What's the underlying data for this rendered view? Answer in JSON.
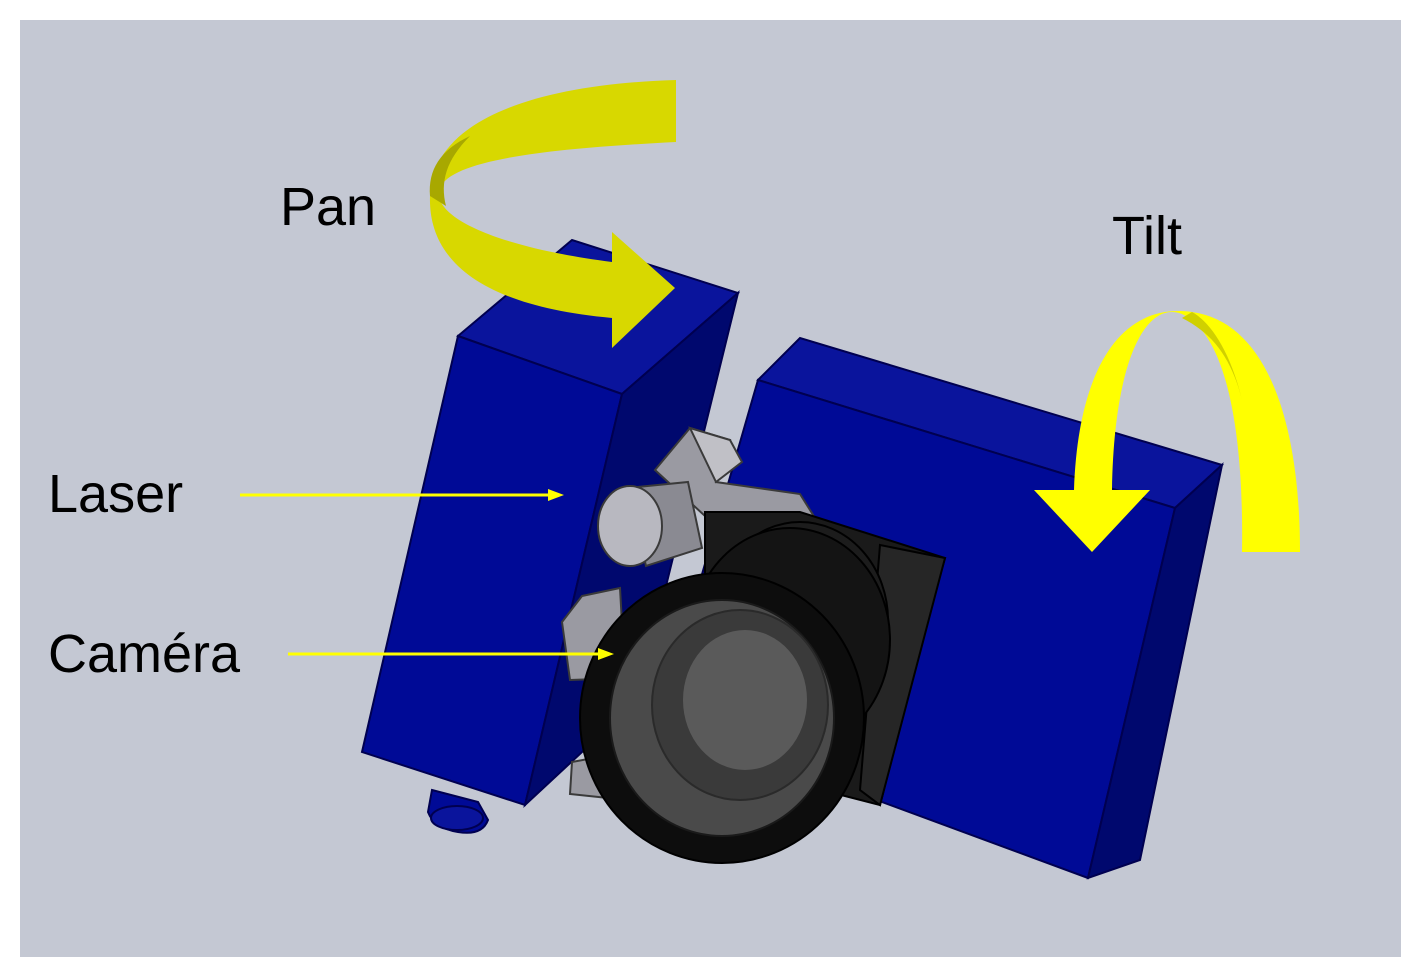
{
  "labels": {
    "pan": "Pan",
    "tilt": "Tilt",
    "laser": "Laser",
    "camera": "Caméra"
  },
  "colors": {
    "background": "#c4c8d3",
    "frame": "#ffffff",
    "housing_blue": "#000a96",
    "housing_blue_side": "#00086e",
    "housing_blue_top": "#0a149c",
    "motion_arrow": "#d8d800",
    "pointer_arrow": "#ffff00",
    "lens_black": "#0d0d0d",
    "mount_gray": "#9a9aa2"
  },
  "icons": {
    "pan_arrow": "curved-rotation-arrow-icon",
    "tilt_arrow": "curved-rotation-arrow-icon"
  }
}
